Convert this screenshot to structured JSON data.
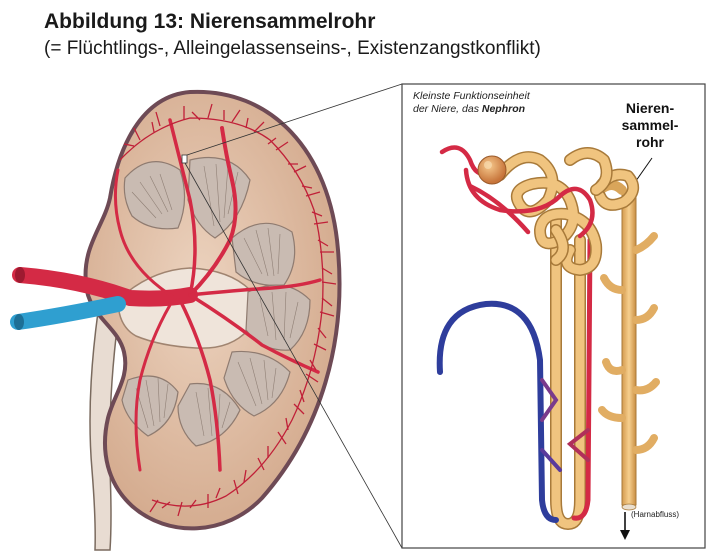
{
  "header": {
    "title": "Abbildung 13: Nierensammelrohr",
    "subtitle": "(= Flüchtlings-, Alleingelassenseins-, Existenzangstkonflikt)"
  },
  "inset": {
    "caption_line1": "Kleinste Funktionseinheit",
    "caption_line2_prefix": "der Niere, das ",
    "caption_line2_bold": "Nephron",
    "collecting_duct_line1": "Nieren-",
    "collecting_duct_line2": "sammel-",
    "collecting_duct_line3": "rohr",
    "outflow_label": "(Harnabfluss)"
  },
  "colors": {
    "artery": "#d42a45",
    "vein": "#2e3d9c",
    "renal_vein": "#2f9fd0",
    "tubule": "#e9b468",
    "tubule_outline": "#a87a3a",
    "kidney_cortex": "#d8b49a",
    "kidney_capsule": "#7a5560",
    "medulla": "#c7b9b0",
    "pelvis": "#f0e6de"
  }
}
